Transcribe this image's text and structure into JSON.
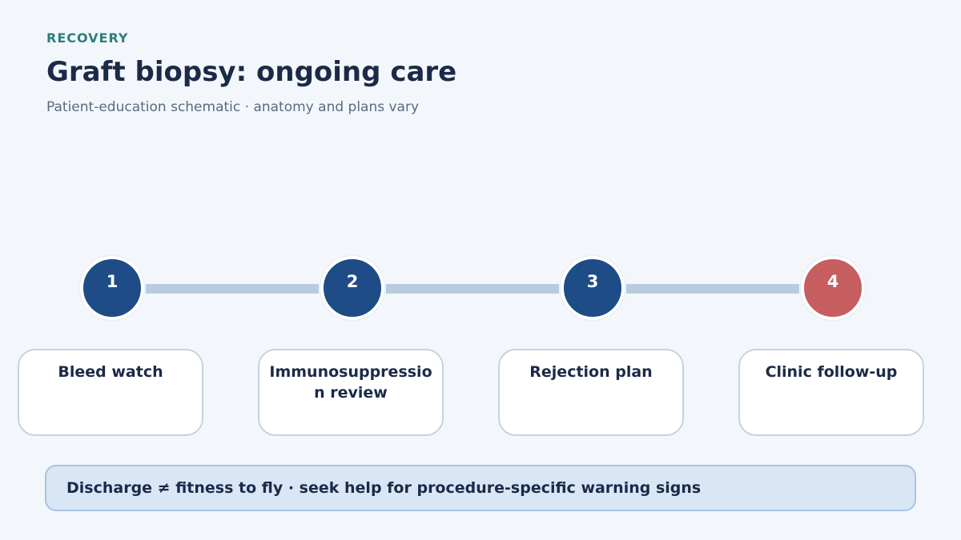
{
  "header": {
    "eyebrow": "RECOVERY",
    "title": "Graft biopsy: ongoing care",
    "subtitle": "Patient-education schematic · anatomy and plans vary"
  },
  "steps": [
    {
      "number": "1",
      "label": "Bleed watch",
      "status_color": "#1e4c86"
    },
    {
      "number": "2",
      "label": "Immunosuppression review",
      "status_color": "#1e4c86"
    },
    {
      "number": "3",
      "label": "Rejection plan",
      "status_color": "#1e4c86"
    },
    {
      "number": "4",
      "label": "Clinic follow-up",
      "status_color": "#c65d5e"
    }
  ],
  "note": {
    "text": "Discharge ≠ fitness to fly · seek help for procedure-specific warning signs"
  },
  "colors": {
    "background": "#f3f7fb",
    "accent_eyebrow": "#2f7d79",
    "step_primary": "#1e4c86",
    "step_alert": "#c65d5e",
    "connector": "#b8cbe0",
    "note_background": "#d9e6f6"
  }
}
